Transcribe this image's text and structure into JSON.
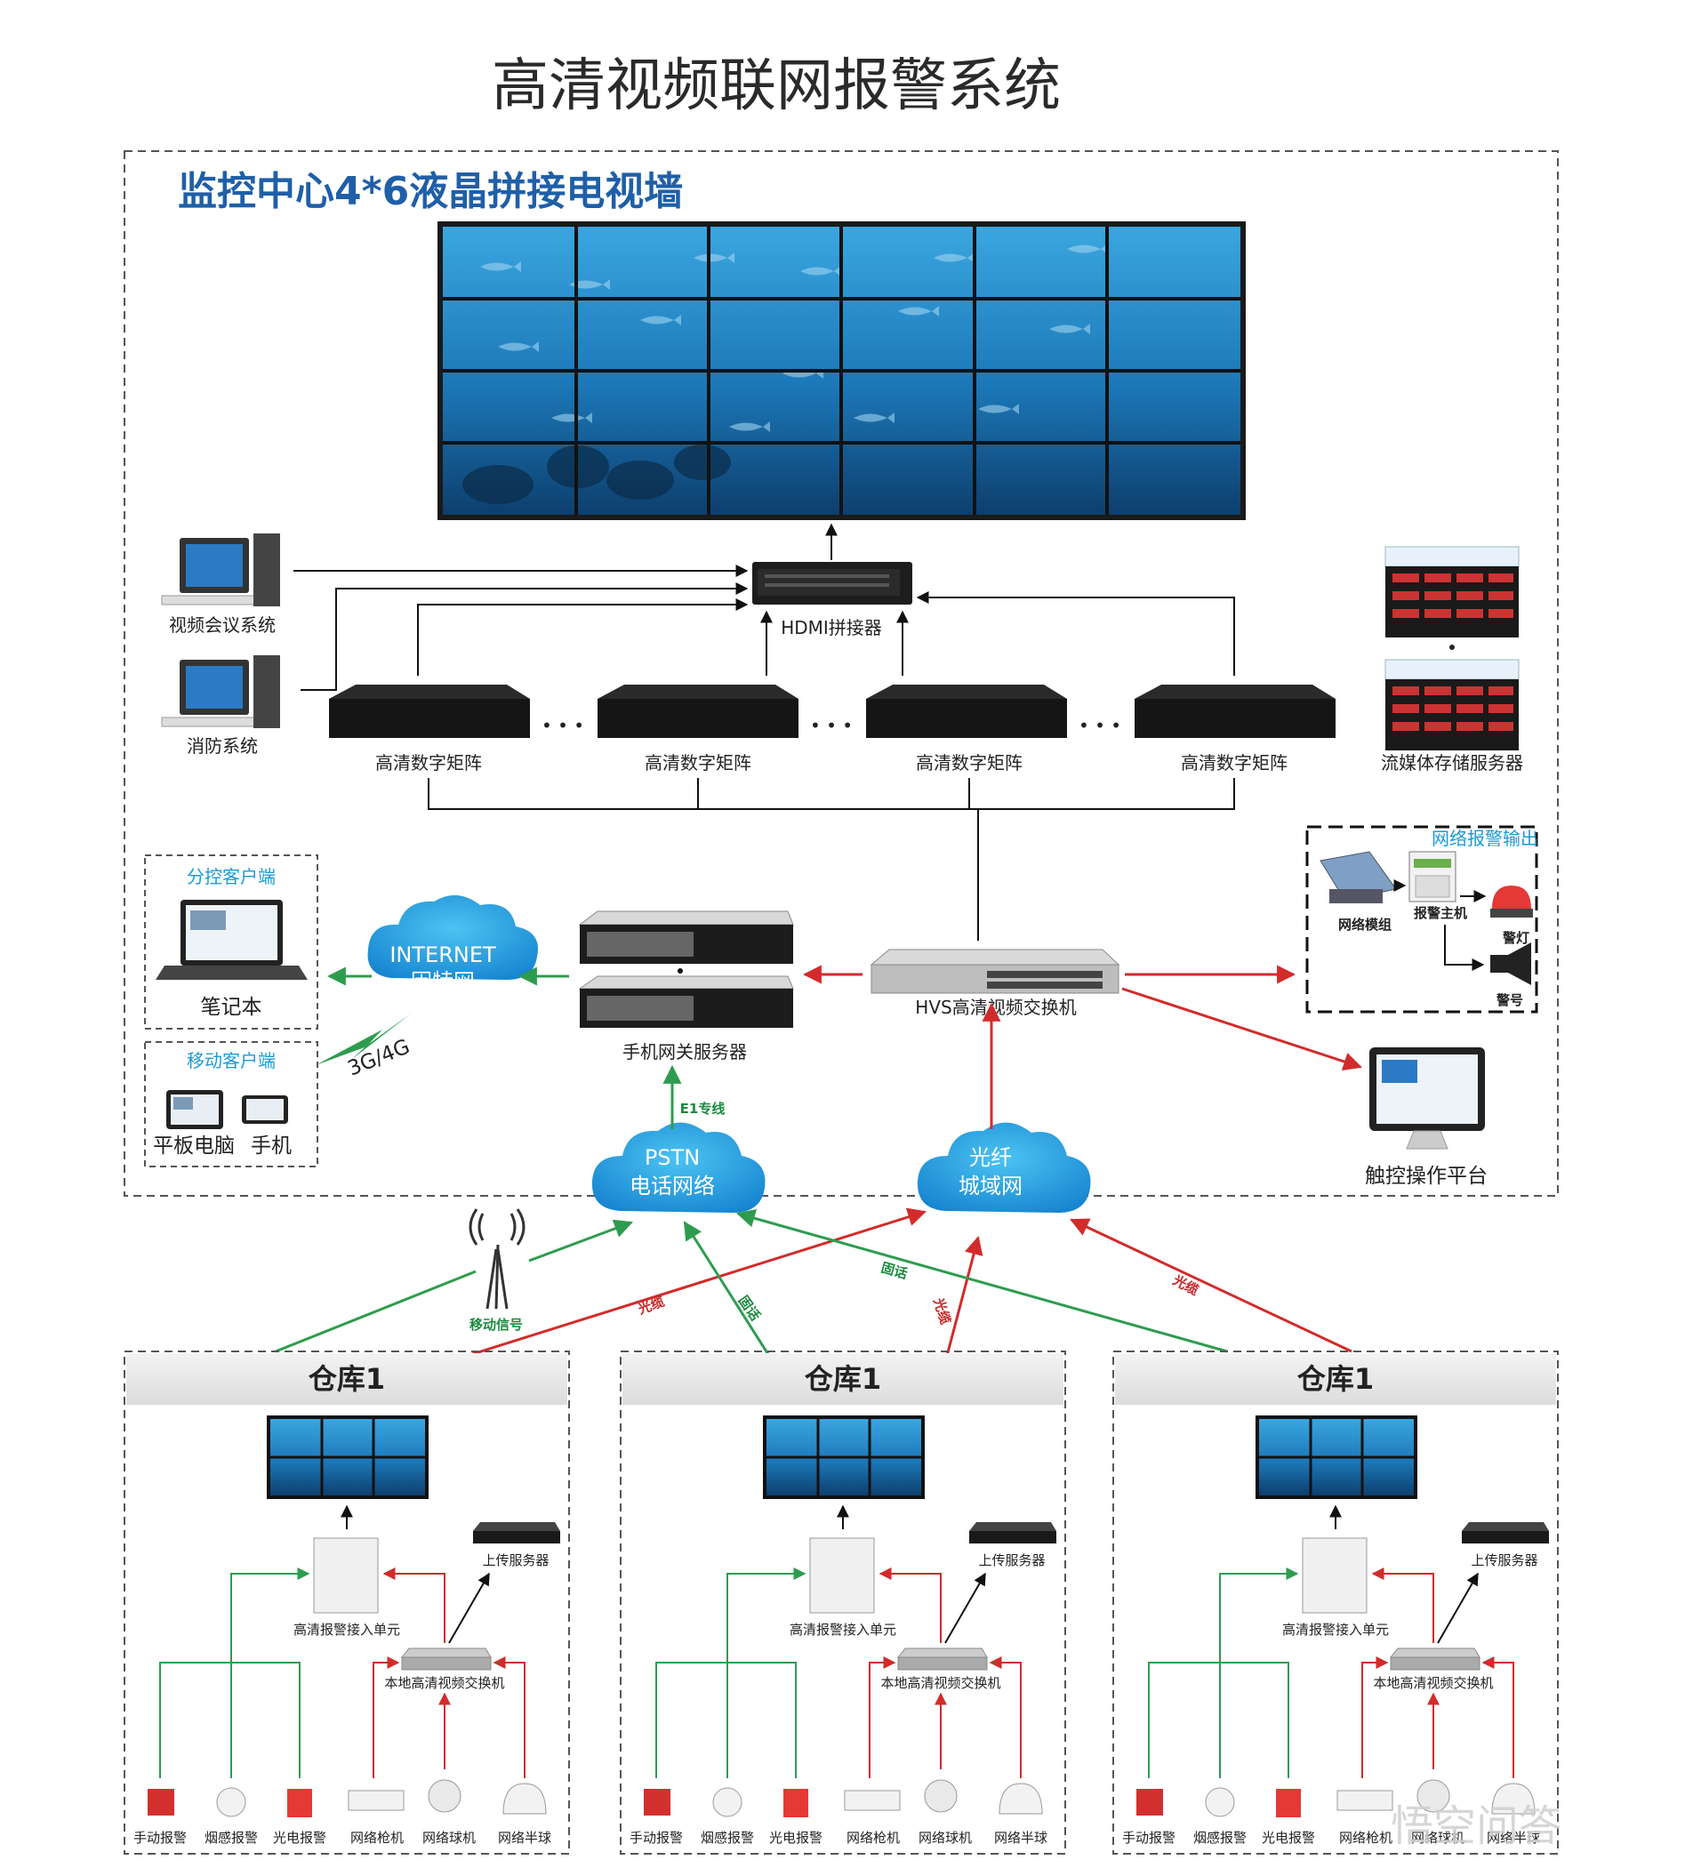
{
  "title": "高清视频联网报警系统",
  "center": {
    "heading": "监控中心4*6液晶拼接电视墙",
    "video_conf": "视频会议系统",
    "fire_system": "消防系统",
    "hdmi": "HDMI拼接器",
    "matrix_label": "高清数字矩阵",
    "streaming": "流媒体存储服务器",
    "sub_client": "分控客户端",
    "laptop": "笔记本",
    "mobile_client": "移动客户端",
    "tablet": "平板电脑",
    "phone": "手机",
    "internet_line1": "INTERNET",
    "internet_line2": "因特网",
    "mobile_net": "3G/4G",
    "gateway": "手机网关服务器",
    "switch": "HVS高清视频交换机",
    "alarm_out": "网络报警输出",
    "net_module": "网络模组",
    "alarm_host": "报警主机",
    "alarm_light": "警灯",
    "siren": "警号",
    "touch": "触控操作平台",
    "e1": "E1专线",
    "pstn_line1": "PSTN",
    "pstn_line2": "电话网络",
    "fiber_line1": "光纤",
    "fiber_line2": "城域网",
    "ellipsis": "• • •"
  },
  "links": {
    "mobile_signal": "移动信号",
    "cable": "光缆",
    "landline": "固话"
  },
  "warehouse": {
    "title": "仓库1",
    "upload": "上传服务器",
    "access": "高清报警接入单元",
    "local_switch": "本地高清视频交换机",
    "devices": [
      "手动报警",
      "烟感报警",
      "光电报警",
      "网络枪机",
      "网络球机",
      "网络半球"
    ]
  },
  "watermark": "悟空问答",
  "colors": {
    "green": "#2e9c4f",
    "red": "#d22b2b",
    "dash": "#555555",
    "screen": "#1f86c2",
    "cloud": "#1b9ad6"
  }
}
